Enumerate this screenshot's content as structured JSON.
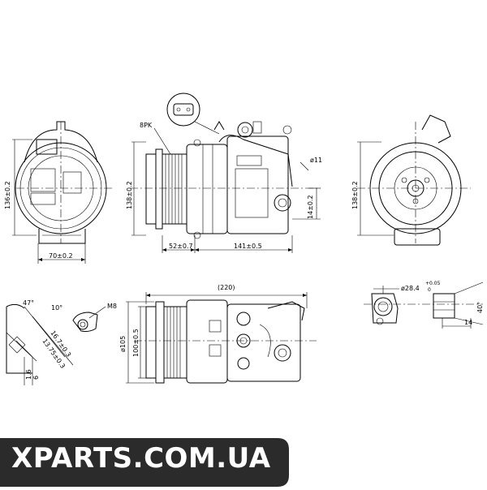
{
  "labels": {
    "belt": "8PK",
    "d11": "ø11",
    "h136_left": "136±0.2",
    "h138_mid": "138±0.2",
    "h14": "14±0.2",
    "h138_right": "138±0.2",
    "w70": "70±0.2",
    "w52": "52±0.7",
    "w141": "141±0.5",
    "len220": "(220)",
    "d105": "ø105",
    "d100": "100±0.5",
    "m8": "M8",
    "a47": "47°",
    "a10": "10°",
    "d16_7": "16.7±0.3",
    "d13_75": "13.75±0.3",
    "d1_6": "1.6",
    "d6": "6",
    "d28_4": "ø28.4",
    "tol_up": "+0.05",
    "tol_low": "0",
    "a40": "40°",
    "d14_b": "14"
  },
  "watermark": "XPARTS.COM.UA",
  "colors": {
    "line": "#000000",
    "banner": "#2b2b2b",
    "banner_text": "#ffffff"
  }
}
